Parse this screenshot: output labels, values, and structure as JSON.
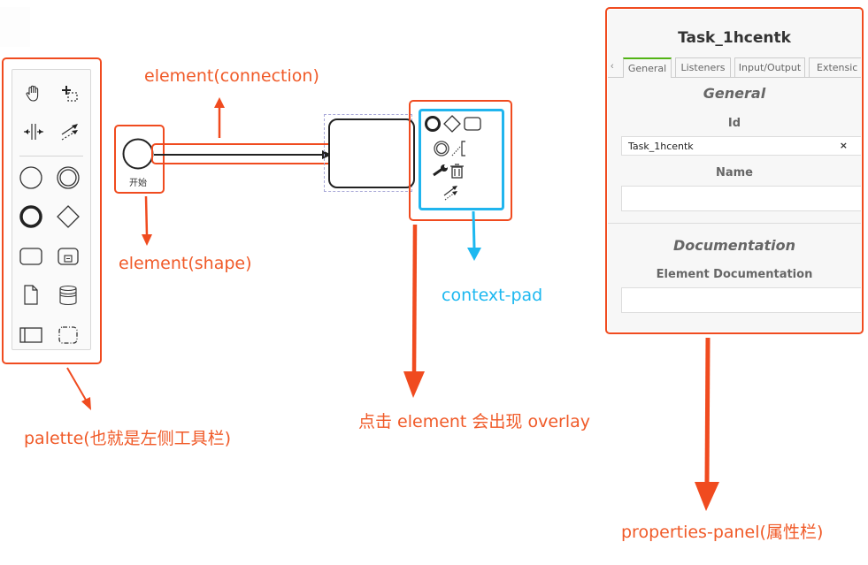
{
  "annotations": {
    "connection": "element(connection)",
    "shape": "element(shape)",
    "context_pad": "context-pad",
    "overlay": "点击 element 会出现 overlay",
    "palette": "palette(也就是左侧工具栏)",
    "properties_panel": "properties-panel(属性栏)"
  },
  "colors": {
    "annotation_red": "#f05a28",
    "annotation_blue": "#1db8f0",
    "active_tab": "#52b415"
  },
  "palette": {
    "tools": [
      {
        "icon": "hand-tool-icon",
        "label": "Hand tool"
      },
      {
        "icon": "lasso-tool-icon",
        "label": "Lasso tool"
      },
      {
        "icon": "space-tool-icon",
        "label": "Space tool"
      },
      {
        "icon": "global-connect-tool-icon",
        "label": "Global connect tool"
      }
    ],
    "elements": [
      {
        "icon": "start-event-icon",
        "label": "Start event"
      },
      {
        "icon": "intermediate-event-icon",
        "label": "Intermediate event"
      },
      {
        "icon": "end-event-icon",
        "label": "End event"
      },
      {
        "icon": "gateway-icon",
        "label": "Gateway"
      },
      {
        "icon": "task-icon",
        "label": "Task"
      },
      {
        "icon": "subprocess-icon",
        "label": "Sub-process"
      },
      {
        "icon": "data-object-icon",
        "label": "Data object"
      },
      {
        "icon": "data-store-icon",
        "label": "Data store"
      },
      {
        "icon": "pool-icon",
        "label": "Pool/Participant"
      },
      {
        "icon": "group-icon",
        "label": "Group"
      }
    ]
  },
  "canvas": {
    "start_event_label": "开始"
  },
  "context_pad": {
    "entries": [
      {
        "icon": "append-end-event-icon"
      },
      {
        "icon": "append-gateway-icon"
      },
      {
        "icon": "append-task-icon"
      },
      {
        "icon": "append-intermediate-event-icon"
      },
      {
        "icon": "append-text-annotation-icon"
      },
      {
        "icon": "wrench-icon"
      },
      {
        "icon": "trash-icon"
      },
      {
        "icon": "connect-icon"
      }
    ]
  },
  "properties_panel": {
    "title": "Task_1hcentk",
    "tab_scroll_left": "‹",
    "tabs": [
      "General",
      "Listeners",
      "Input/Output",
      "Extensic"
    ],
    "active_tab": "General",
    "general": {
      "section_title": "General",
      "id_label": "Id",
      "id_value": "Task_1hcentk",
      "clear_button": "×",
      "name_label": "Name",
      "name_value": ""
    },
    "documentation": {
      "section_title": "Documentation",
      "element_doc_label": "Element Documentation",
      "element_doc_value": ""
    }
  }
}
